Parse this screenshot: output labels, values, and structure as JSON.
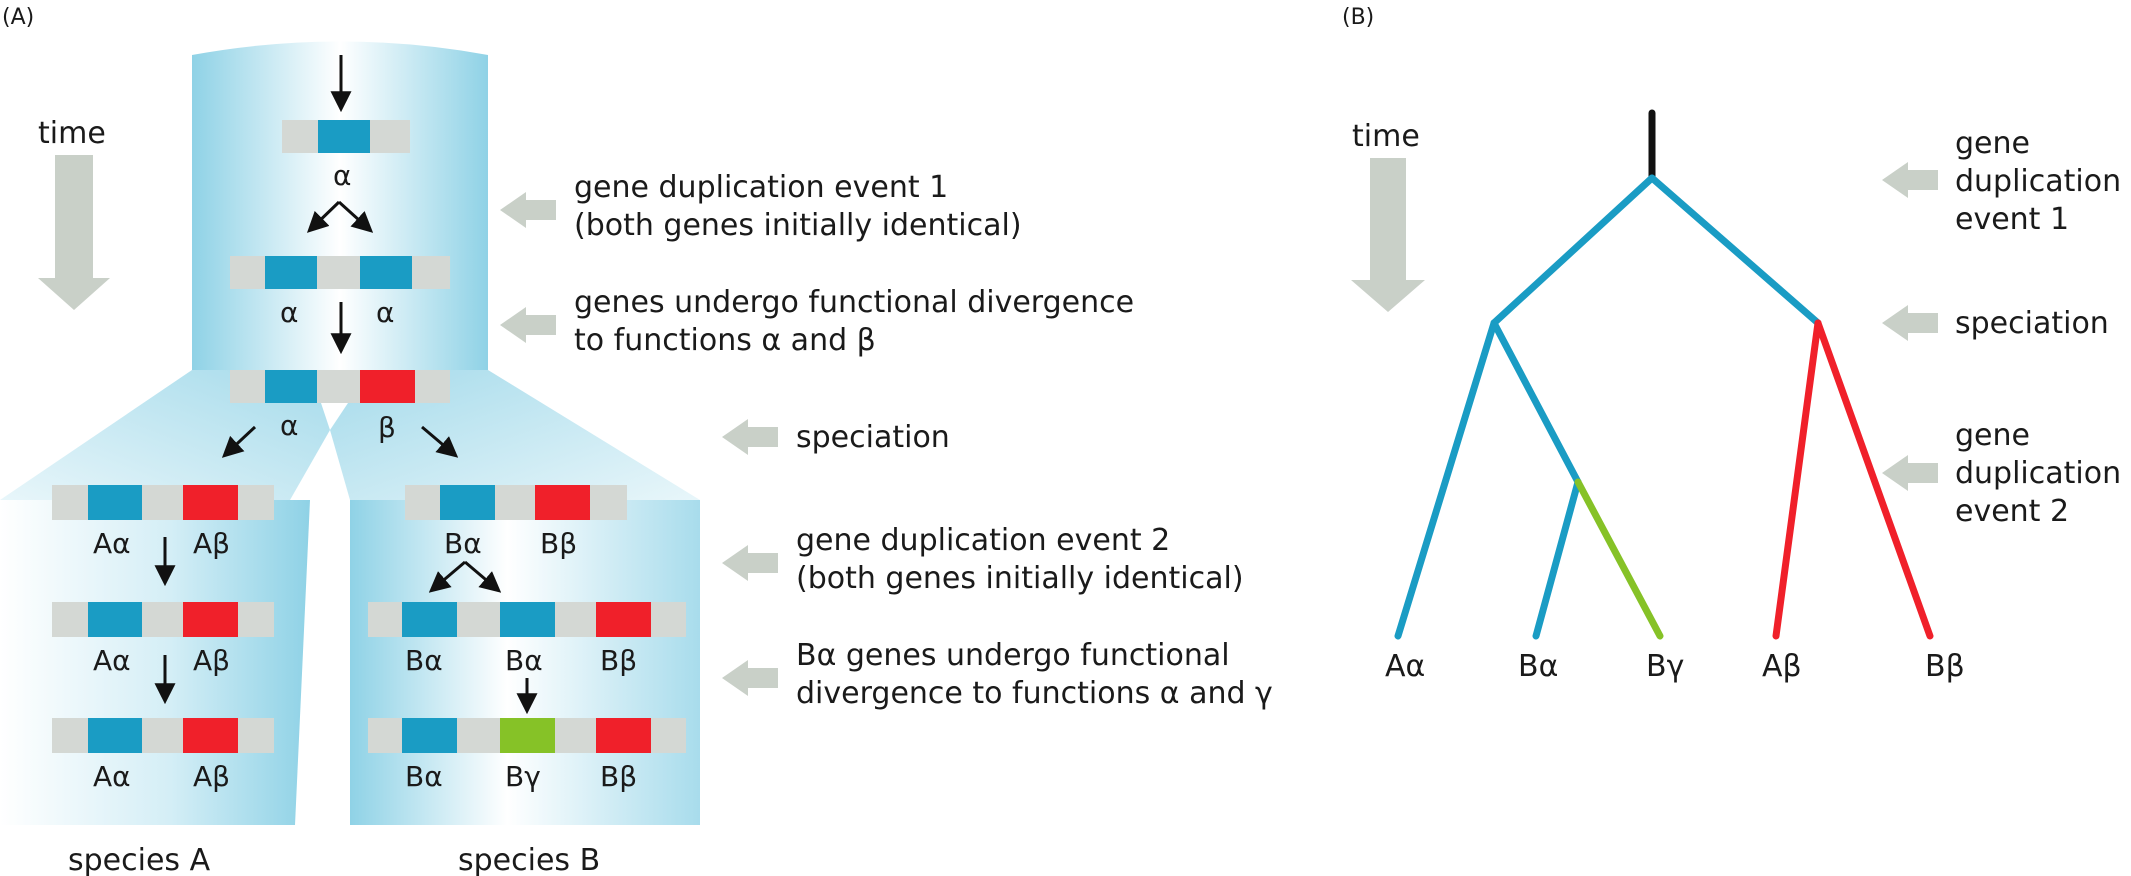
{
  "panelA": {
    "label": "(A)",
    "time_label": "time",
    "genes": {
      "row0": "α",
      "row1a": "α",
      "row1b": "α",
      "row2a": "α",
      "row2b": "β",
      "sA_r1a": "Aα",
      "sA_r1b": "Aβ",
      "sA_r2a": "Aα",
      "sA_r2b": "Aβ",
      "sA_r3a": "Aα",
      "sA_r3b": "Aβ",
      "sB_r1a": "Bα",
      "sB_r1b": "Bβ",
      "sB_r2a": "Bα",
      "sB_r2b": "Bα",
      "sB_r2c": "Bβ",
      "sB_r3a": "Bα",
      "sB_r3b": "Bγ",
      "sB_r3c": "Bβ"
    },
    "species_a": "species A",
    "species_b": "species B",
    "events": {
      "dup1_line1": "gene duplication event 1",
      "dup1_line2": "(both genes initially identical)",
      "div1_line1": "genes undergo functional divergence",
      "div1_line2": "to functions α and β",
      "speciation": "speciation",
      "dup2_line1": "gene duplication event 2",
      "dup2_line2": "(both genes initially identical)",
      "div2_line1": "Bα genes undergo functional",
      "div2_line2": "divergence to functions α and γ"
    }
  },
  "panelB": {
    "label": "(B)",
    "time_label": "time",
    "events": {
      "dup1_line1": "gene",
      "dup1_line2": "duplication",
      "dup1_line3": "event 1",
      "speciation": "speciation",
      "dup2_line1": "gene",
      "dup2_line2": "duplication",
      "dup2_line3": "event 2"
    },
    "leaves": [
      "Aα",
      "Bα",
      "Bγ",
      "Aβ",
      "Bβ"
    ]
  },
  "colors": {
    "alpha_blue": "#1a9cc4",
    "beta_red": "#f0202a",
    "gamma_green": "#86c227",
    "gene_gray": "#d4d8d4",
    "cylinder_blue": "#a8dcec",
    "arrow_gray": "#c9d0c8",
    "root_black": "#111111"
  }
}
